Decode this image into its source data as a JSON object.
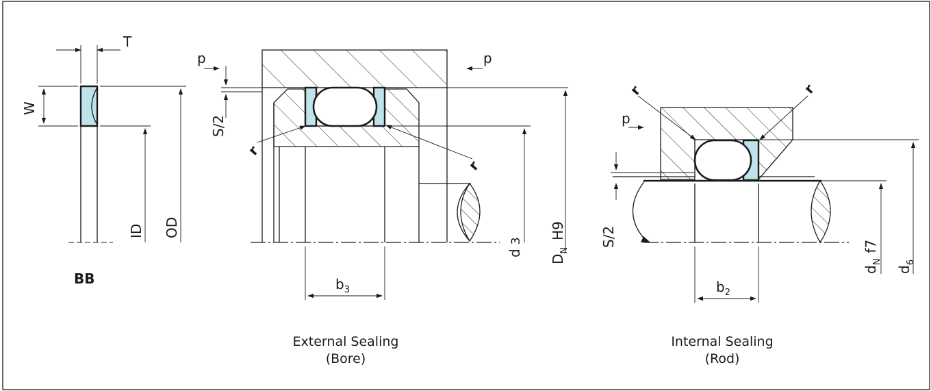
{
  "colors": {
    "seal_fill": "#bfe3ea",
    "line": "#1a1a1a",
    "background": "#ffffff"
  },
  "labels": {
    "T": "T",
    "W": "W",
    "ID": "ID",
    "OD": "OD",
    "BB": "BB",
    "p": "p",
    "S2": "S/2",
    "r": "r",
    "d": "d",
    "d3_sub": "3",
    "D": "D",
    "DN_sub": "N",
    "DN_tol": "H9",
    "b": "b",
    "b3_sub": "3",
    "b2_sub": "2",
    "dN_tol": "f7",
    "d6_sub": "6"
  },
  "captions": {
    "external_line1": "External Sealing",
    "external_line2": "(Bore)",
    "internal_line1": "Internal Sealing",
    "internal_line2": "(Rod)"
  }
}
